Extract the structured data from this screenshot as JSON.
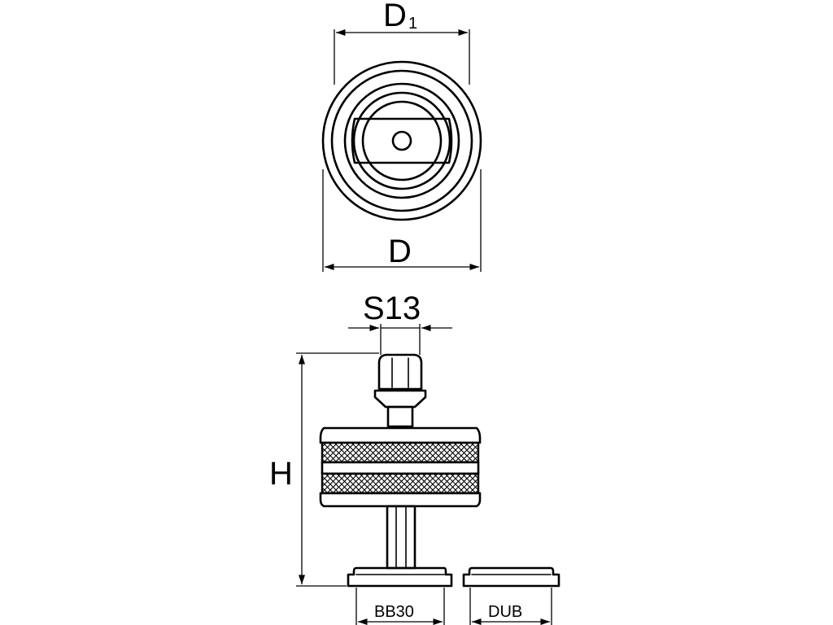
{
  "dimensions": {
    "d1": {
      "main": "D",
      "subscript": "1"
    },
    "d": "D",
    "s13": "S13",
    "h": "H",
    "bb30": "BB30",
    "dub": "DUB"
  }
}
